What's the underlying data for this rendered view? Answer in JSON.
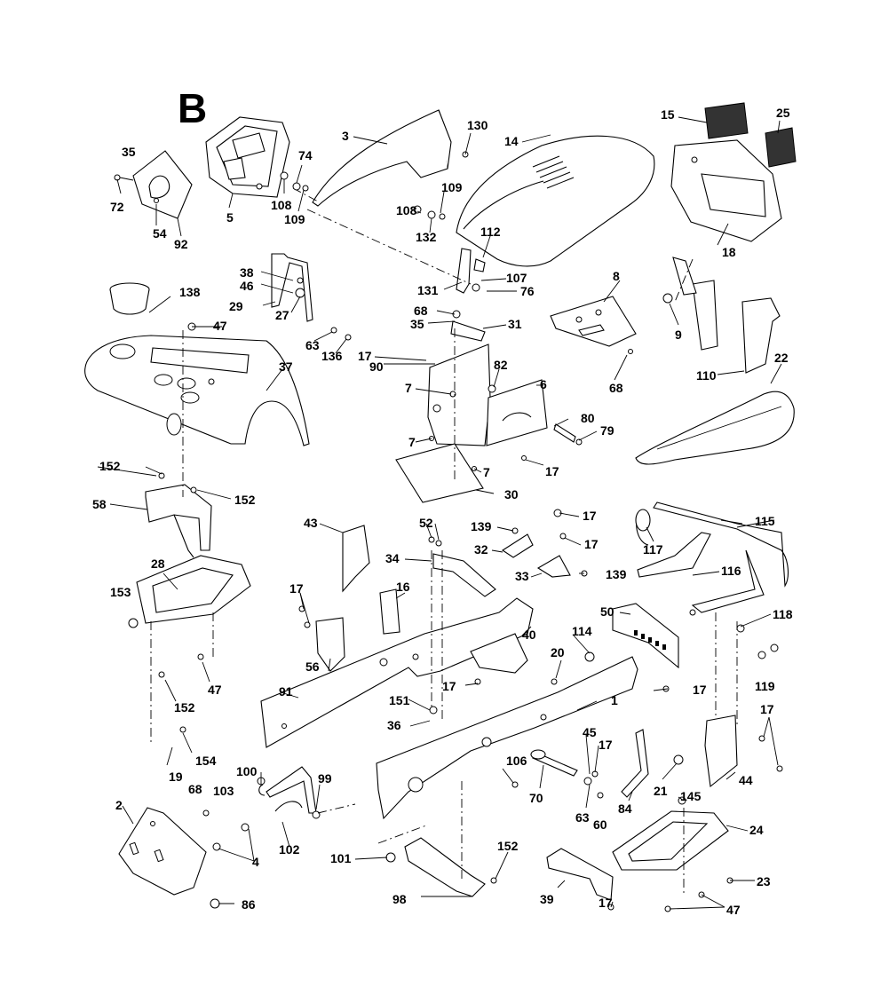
{
  "section_letter": "B",
  "callouts": [
    {
      "id": "c-3",
      "text": "3"
    },
    {
      "id": "c-130",
      "text": "130"
    },
    {
      "id": "c-14",
      "text": "14"
    },
    {
      "id": "c-15",
      "text": "15"
    },
    {
      "id": "c-25",
      "text": "25"
    },
    {
      "id": "c-35a",
      "text": "35"
    },
    {
      "id": "c-72",
      "text": "72"
    },
    {
      "id": "c-54",
      "text": "54"
    },
    {
      "id": "c-92",
      "text": "92"
    },
    {
      "id": "c-5",
      "text": "5"
    },
    {
      "id": "c-74",
      "text": "74"
    },
    {
      "id": "c-108a",
      "text": "108"
    },
    {
      "id": "c-109a",
      "text": "109"
    },
    {
      "id": "c-108b",
      "text": "108"
    },
    {
      "id": "c-109b",
      "text": "109"
    },
    {
      "id": "c-132",
      "text": "132"
    },
    {
      "id": "c-112",
      "text": "112"
    },
    {
      "id": "c-18",
      "text": "18"
    },
    {
      "id": "c-38",
      "text": "38"
    },
    {
      "id": "c-46",
      "text": "46"
    },
    {
      "id": "c-29",
      "text": "29"
    },
    {
      "id": "c-27",
      "text": "27"
    },
    {
      "id": "c-138",
      "text": "138"
    },
    {
      "id": "c-131",
      "text": "131"
    },
    {
      "id": "c-107",
      "text": "107"
    },
    {
      "id": "c-76",
      "text": "76"
    },
    {
      "id": "c-8",
      "text": "8"
    },
    {
      "id": "c-9",
      "text": "9"
    },
    {
      "id": "c-68a",
      "text": "68"
    },
    {
      "id": "c-35b",
      "text": "35"
    },
    {
      "id": "c-31",
      "text": "31"
    },
    {
      "id": "c-47a",
      "text": "47"
    },
    {
      "id": "c-63a",
      "text": "63"
    },
    {
      "id": "c-136",
      "text": "136"
    },
    {
      "id": "c-17a",
      "text": "17"
    },
    {
      "id": "c-90",
      "text": "90"
    },
    {
      "id": "c-82",
      "text": "82"
    },
    {
      "id": "c-68b",
      "text": "68"
    },
    {
      "id": "c-110",
      "text": "110"
    },
    {
      "id": "c-22",
      "text": "22"
    },
    {
      "id": "c-37",
      "text": "37"
    },
    {
      "id": "c-7a",
      "text": "7"
    },
    {
      "id": "c-6",
      "text": "6"
    },
    {
      "id": "c-80",
      "text": "80"
    },
    {
      "id": "c-79",
      "text": "79"
    },
    {
      "id": "c-7b",
      "text": "7"
    },
    {
      "id": "c-17b",
      "text": "17"
    },
    {
      "id": "c-7c",
      "text": "7"
    },
    {
      "id": "c-30",
      "text": "30"
    },
    {
      "id": "c-152a",
      "text": "152"
    },
    {
      "id": "c-152b",
      "text": "152"
    },
    {
      "id": "c-58",
      "text": "58"
    },
    {
      "id": "c-43",
      "text": "43"
    },
    {
      "id": "c-52",
      "text": "52"
    },
    {
      "id": "c-139a",
      "text": "139"
    },
    {
      "id": "c-17c",
      "text": "17"
    },
    {
      "id": "c-115",
      "text": "115"
    },
    {
      "id": "c-32",
      "text": "32"
    },
    {
      "id": "c-17d",
      "text": "17"
    },
    {
      "id": "c-117",
      "text": "117"
    },
    {
      "id": "c-34",
      "text": "34"
    },
    {
      "id": "c-33",
      "text": "33"
    },
    {
      "id": "c-139b",
      "text": "139"
    },
    {
      "id": "c-28",
      "text": "28"
    },
    {
      "id": "c-116",
      "text": "116"
    },
    {
      "id": "c-16",
      "text": "16"
    },
    {
      "id": "c-17e",
      "text": "17"
    },
    {
      "id": "c-153",
      "text": "153"
    },
    {
      "id": "c-50",
      "text": "50"
    },
    {
      "id": "c-118",
      "text": "118"
    },
    {
      "id": "c-40",
      "text": "40"
    },
    {
      "id": "c-114",
      "text": "114"
    },
    {
      "id": "c-56",
      "text": "56"
    },
    {
      "id": "c-47b",
      "text": "47"
    },
    {
      "id": "c-20",
      "text": "20"
    },
    {
      "id": "c-119",
      "text": "119"
    },
    {
      "id": "c-17f",
      "text": "17"
    },
    {
      "id": "c-17g",
      "text": "17"
    },
    {
      "id": "c-91",
      "text": "91"
    },
    {
      "id": "c-152c",
      "text": "152"
    },
    {
      "id": "c-151",
      "text": "151"
    },
    {
      "id": "c-1",
      "text": "1"
    },
    {
      "id": "c-17h",
      "text": "17"
    },
    {
      "id": "c-36",
      "text": "36"
    },
    {
      "id": "c-45",
      "text": "45"
    },
    {
      "id": "c-17i",
      "text": "17"
    },
    {
      "id": "c-154",
      "text": "154"
    },
    {
      "id": "c-19",
      "text": "19"
    },
    {
      "id": "c-106",
      "text": "106"
    },
    {
      "id": "c-21",
      "text": "21"
    },
    {
      "id": "c-44",
      "text": "44"
    },
    {
      "id": "c-100",
      "text": "100"
    },
    {
      "id": "c-68c",
      "text": "68"
    },
    {
      "id": "c-103",
      "text": "103"
    },
    {
      "id": "c-99",
      "text": "99"
    },
    {
      "id": "c-70",
      "text": "70"
    },
    {
      "id": "c-63b",
      "text": "63"
    },
    {
      "id": "c-60",
      "text": "60"
    },
    {
      "id": "c-84",
      "text": "84"
    },
    {
      "id": "c-145",
      "text": "145"
    },
    {
      "id": "c-2",
      "text": "2"
    },
    {
      "id": "c-24",
      "text": "24"
    },
    {
      "id": "c-4",
      "text": "4"
    },
    {
      "id": "c-102",
      "text": "102"
    },
    {
      "id": "c-101",
      "text": "101"
    },
    {
      "id": "c-152d",
      "text": "152"
    },
    {
      "id": "c-23",
      "text": "23"
    },
    {
      "id": "c-98",
      "text": "98"
    },
    {
      "id": "c-39",
      "text": "39"
    },
    {
      "id": "c-17j",
      "text": "17"
    },
    {
      "id": "c-47c",
      "text": "47"
    },
    {
      "id": "c-86",
      "text": "86"
    }
  ]
}
